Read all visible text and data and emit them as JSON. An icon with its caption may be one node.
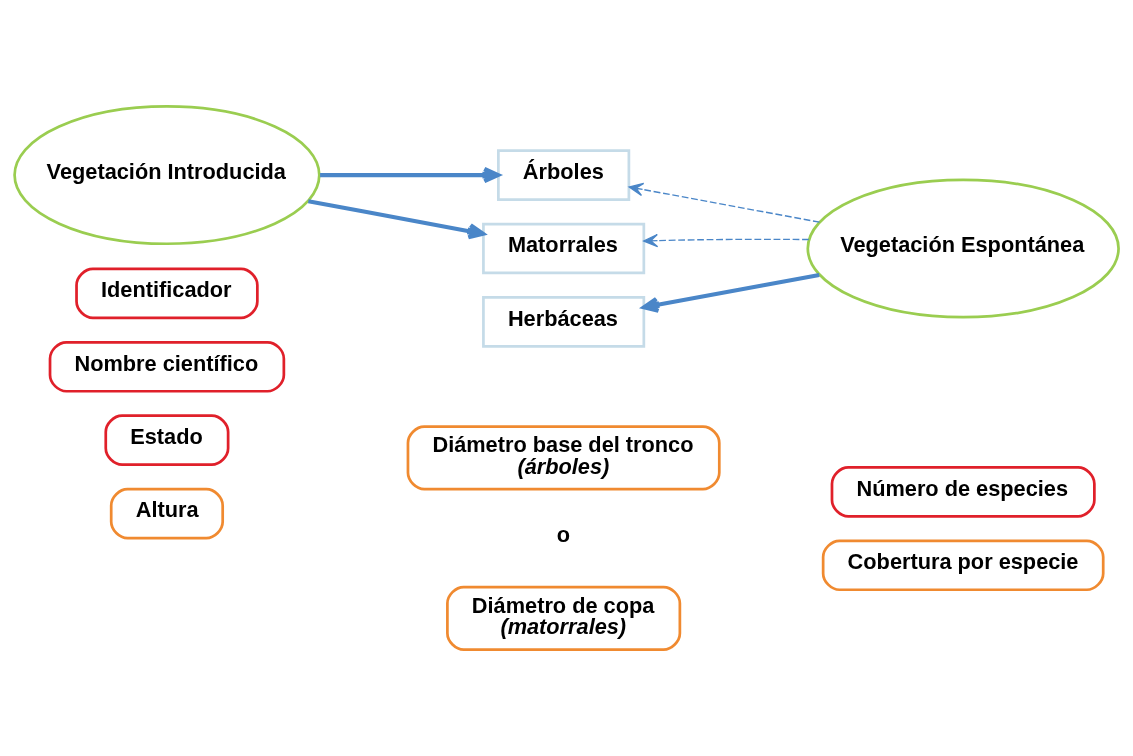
{
  "diagram": {
    "nodes": [
      {
        "text": [
          "Vegetación Introducida"
        ]
      },
      {
        "text": [
          "Árboles"
        ]
      },
      {
        "text": [
          "Matorrales"
        ]
      },
      {
        "text": [
          "Herbáceas"
        ]
      },
      {
        "text": [
          "Vegetación Espontánea"
        ]
      },
      {
        "text": [
          "Identificador"
        ]
      },
      {
        "text": [
          "Nombre científico"
        ]
      },
      {
        "text": [
          "Estado"
        ]
      },
      {
        "text": [
          "Altura"
        ]
      },
      {
        "text": [
          "Diámetro base del tronco",
          "(árboles)"
        ]
      },
      {
        "text": [
          "Diámetro de copa",
          "(matorrales)"
        ]
      },
      {
        "text": [
          "Número de especies"
        ]
      },
      {
        "text": [
          "Cobertura por especie"
        ]
      }
    ],
    "edges": [
      {
        "from": 0,
        "to": 1,
        "arrow": "to"
      },
      {
        "from": 0,
        "to": 2,
        "arrow": "to"
      },
      {
        "from": 4,
        "to": 1,
        "arrow": "to",
        "style": "dashed"
      },
      {
        "from": 4,
        "to": 2,
        "arrow": "to",
        "style": "dashed"
      },
      {
        "from": 4,
        "to": 3,
        "arrow": "to"
      }
    ],
    "labels": [
      "o"
    ]
  }
}
